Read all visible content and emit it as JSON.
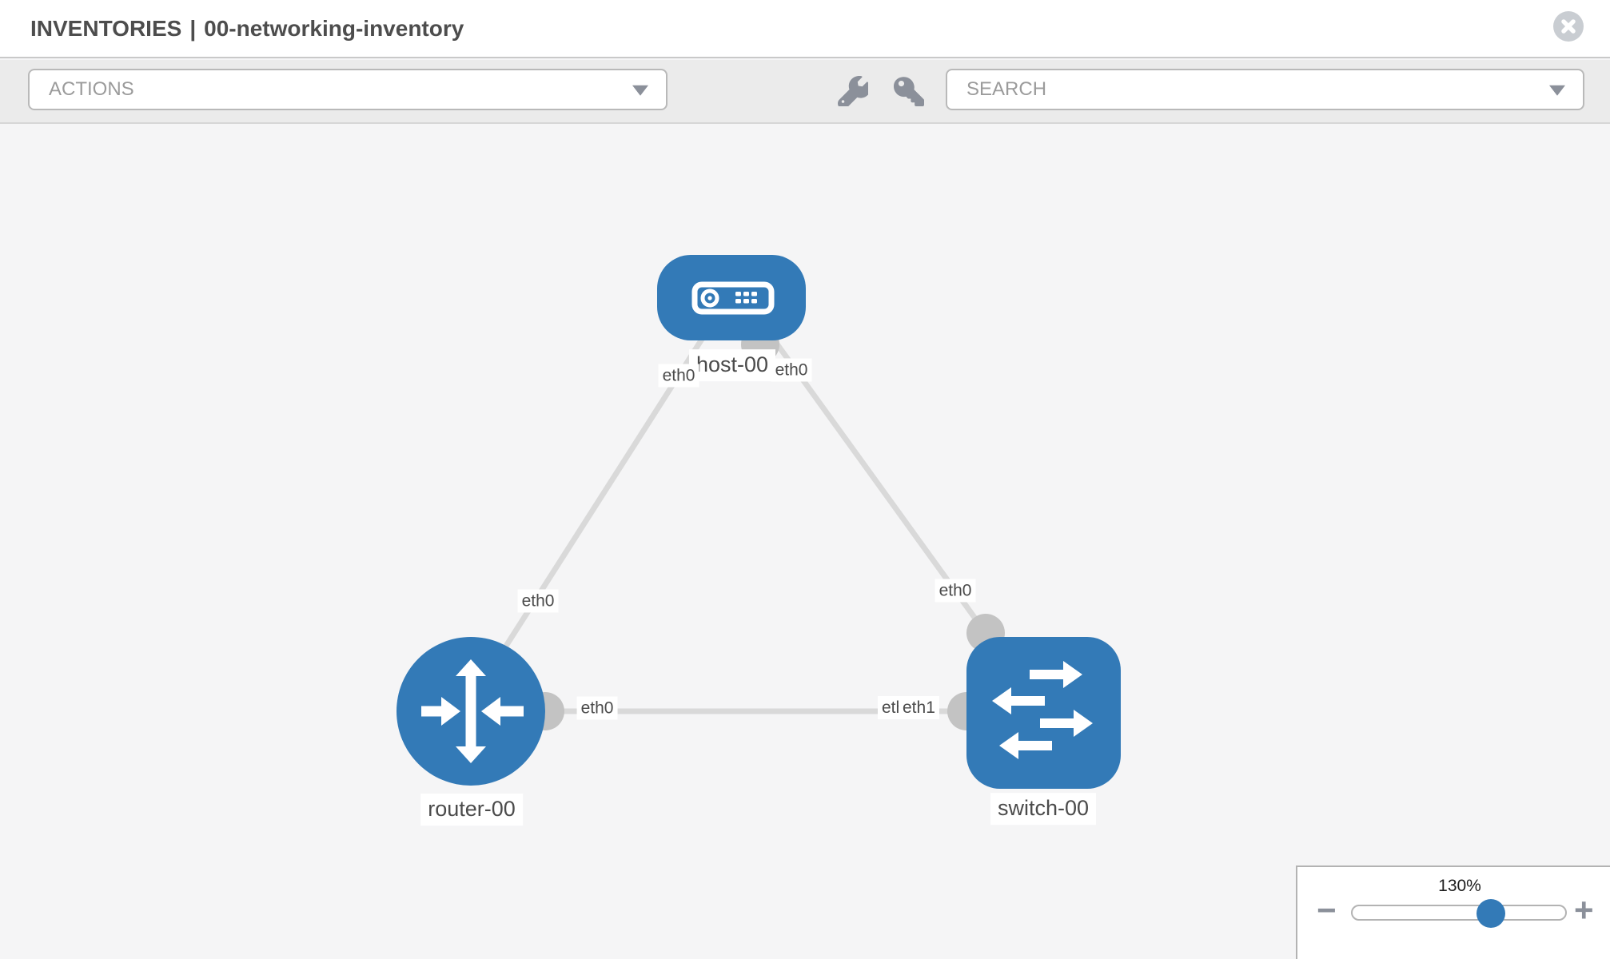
{
  "header": {
    "title_section": "INVENTORIES",
    "title_separator": "|",
    "title_item": "00-networking-inventory"
  },
  "toolbar": {
    "actions_label": "ACTIONS",
    "search_placeholder": "SEARCH",
    "icon_names": [
      "wrench-icon",
      "key-icon"
    ]
  },
  "topology": {
    "nodes": [
      {
        "id": "host-00",
        "type": "host",
        "label": "host-00"
      },
      {
        "id": "router-00",
        "type": "router",
        "label": "router-00"
      },
      {
        "id": "switch-00",
        "type": "switch",
        "label": "switch-00"
      }
    ],
    "links": [
      {
        "from": "host-00",
        "to": "router-00",
        "from_interface": "eth0",
        "to_interface": "eth0"
      },
      {
        "from": "host-00",
        "to": "switch-00",
        "from_interface": "eth0",
        "to_interface": "eth0"
      },
      {
        "from": "router-00",
        "to": "switch-00",
        "from_interface": "eth0",
        "to_interface": "eth1"
      }
    ],
    "interface_labels": [
      {
        "text": "eth0",
        "at": "host-00 end of host-router link"
      },
      {
        "text": "eth0",
        "at": "router-00 end of host-router link"
      },
      {
        "text": "eth0",
        "at": "host-00 end of host-switch link"
      },
      {
        "text": "eth0",
        "at": "switch-00 end of host-switch link"
      },
      {
        "text": "eth0",
        "at": "router-00 end of router-switch link"
      },
      {
        "text": "eth0",
        "at": "switch-00 end of router-switch link (partially hidden)"
      },
      {
        "text": "eth1",
        "at": "switch-00 end of router-switch link (front)"
      }
    ]
  },
  "zoom_control": {
    "level": "130%",
    "minus_label": "−",
    "plus_label": "+"
  },
  "colors": {
    "node_blue": "#337ab7",
    "link_gray": "#d9d9d9",
    "interface_gray": "#c3c3c3",
    "toolbar_bg": "#ebebeb",
    "canvas_bg": "#f5f5f6",
    "icon_gray": "#8b909a",
    "label_text": "#4b4b4b"
  }
}
